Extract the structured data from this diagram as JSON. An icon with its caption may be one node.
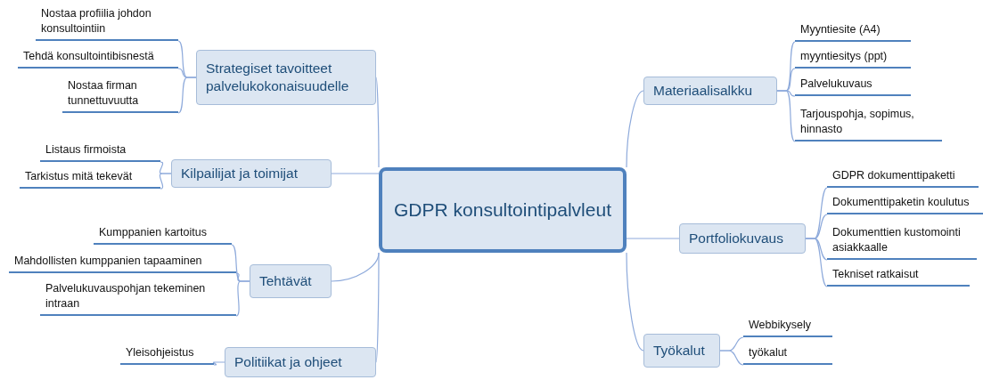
{
  "diagram": {
    "nodes": [
      {
        "text": [
          "GDPR konsultointipalvleut"
        ]
      },
      {
        "text": [
          "Strategiset tavoitteet palvelukokonaisuudelle"
        ]
      },
      {
        "text": [
          "Nostaa profiilia johdon konsultointiin"
        ]
      },
      {
        "text": [
          "Tehdä konsultointibisnestä"
        ]
      },
      {
        "text": [
          "Nostaa firman tunnettuvuutta"
        ]
      },
      {
        "text": [
          "Kilpailijat ja toimijat"
        ]
      },
      {
        "text": [
          "Listaus firmoista"
        ]
      },
      {
        "text": [
          "Tarkistus mitä tekevät"
        ]
      },
      {
        "text": [
          "Tehtävät"
        ]
      },
      {
        "text": [
          "Kumppanien kartoitus"
        ]
      },
      {
        "text": [
          "Mahdollisten kumppanien tapaaminen"
        ]
      },
      {
        "text": [
          "Palvelukuvauspohjan tekeminen intraan"
        ]
      },
      {
        "text": [
          "Politiikat ja ohjeet"
        ]
      },
      {
        "text": [
          "Yleisohjeistus"
        ]
      },
      {
        "text": [
          "Materiaalisalkku"
        ]
      },
      {
        "text": [
          "Myyntiesite (A4)"
        ]
      },
      {
        "text": [
          "myyntiesitys (ppt)"
        ]
      },
      {
        "text": [
          "Palvelukuvaus"
        ]
      },
      {
        "text": [
          "Tarjouspohja, sopimus, hinnasto"
        ]
      },
      {
        "text": [
          "Portfoliokuvaus"
        ]
      },
      {
        "text": [
          "GDPR dokumenttipaketti"
        ]
      },
      {
        "text": [
          "Dokumenttipaketin koulutus"
        ]
      },
      {
        "text": [
          "Dokumenttien kustomointi asiakkaalle"
        ]
      },
      {
        "text": [
          "Tekniset ratkaisut"
        ]
      },
      {
        "text": [
          "Työkalut"
        ]
      },
      {
        "text": [
          "Webbikysely"
        ]
      },
      {
        "text": [
          "työkalut"
        ]
      }
    ],
    "edges": [
      {
        "from": 0,
        "to": 1,
        "arrow": "none"
      },
      {
        "from": 1,
        "to": 2,
        "arrow": "none"
      },
      {
        "from": 1,
        "to": 3,
        "arrow": "none"
      },
      {
        "from": 1,
        "to": 4,
        "arrow": "none"
      },
      {
        "from": 0,
        "to": 5,
        "arrow": "none"
      },
      {
        "from": 5,
        "to": 6,
        "arrow": "none"
      },
      {
        "from": 5,
        "to": 7,
        "arrow": "none"
      },
      {
        "from": 0,
        "to": 8,
        "arrow": "none"
      },
      {
        "from": 8,
        "to": 9,
        "arrow": "none"
      },
      {
        "from": 8,
        "to": 10,
        "arrow": "none"
      },
      {
        "from": 8,
        "to": 11,
        "arrow": "none"
      },
      {
        "from": 0,
        "to": 12,
        "arrow": "none"
      },
      {
        "from": 12,
        "to": 13,
        "arrow": "none"
      },
      {
        "from": 0,
        "to": 14,
        "arrow": "none"
      },
      {
        "from": 14,
        "to": 15,
        "arrow": "none"
      },
      {
        "from": 14,
        "to": 16,
        "arrow": "none"
      },
      {
        "from": 14,
        "to": 17,
        "arrow": "none"
      },
      {
        "from": 14,
        "to": 18,
        "arrow": "none"
      },
      {
        "from": 0,
        "to": 19,
        "arrow": "none"
      },
      {
        "from": 19,
        "to": 20,
        "arrow": "none"
      },
      {
        "from": 19,
        "to": 21,
        "arrow": "none"
      },
      {
        "from": 19,
        "to": 22,
        "arrow": "none"
      },
      {
        "from": 19,
        "to": 23,
        "arrow": "none"
      },
      {
        "from": 0,
        "to": 24,
        "arrow": "none"
      },
      {
        "from": 24,
        "to": 25,
        "arrow": "none"
      },
      {
        "from": 24,
        "to": 26,
        "arrow": "none"
      }
    ]
  }
}
